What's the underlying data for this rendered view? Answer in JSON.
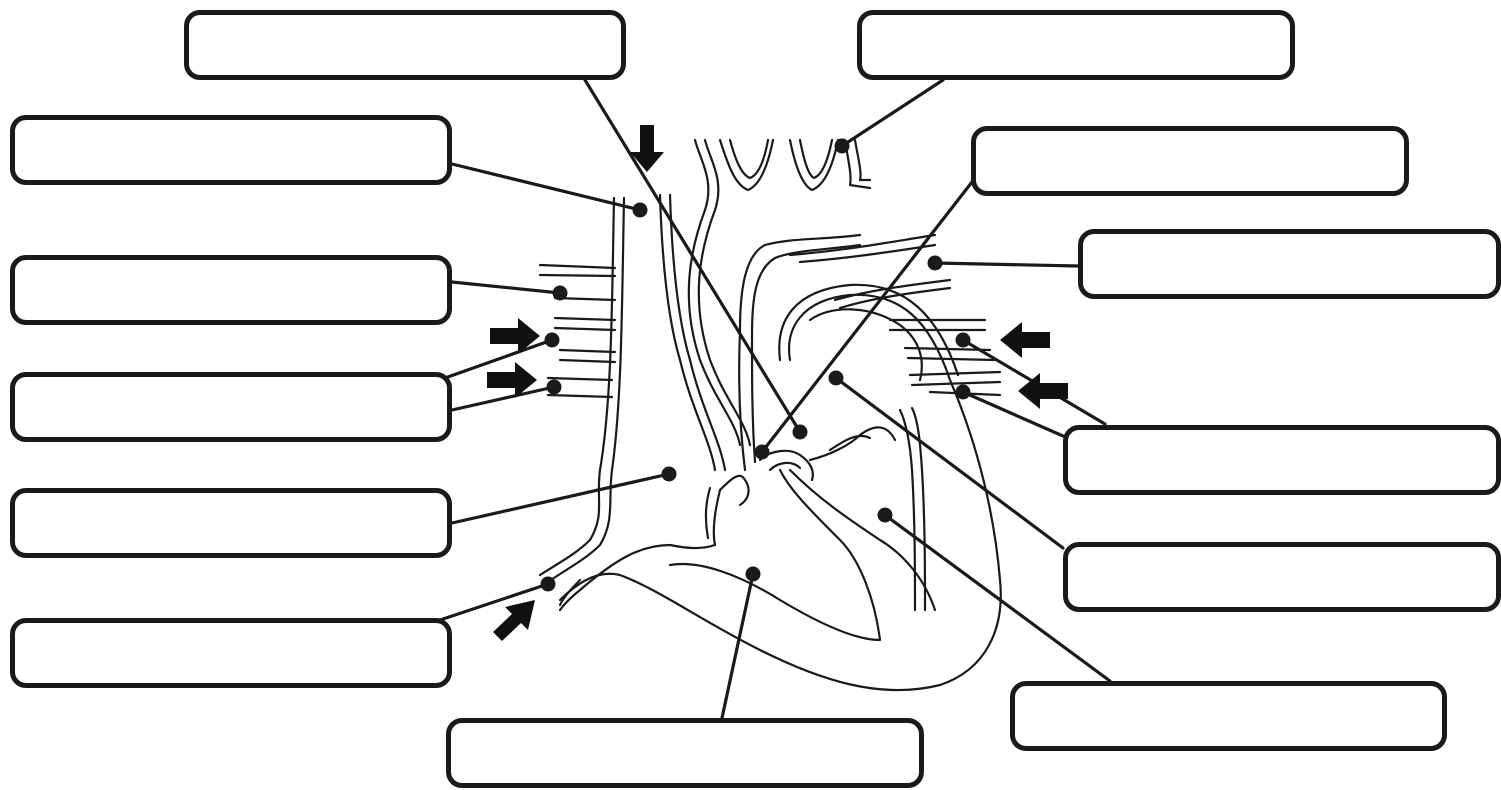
{
  "diagram": {
    "type": "heart-anatomy-labeling-worksheet",
    "colors": {
      "ink": "#1a1a1a",
      "paper": "#ffffff"
    },
    "labels": [
      {
        "id": "top-center",
        "text": ""
      },
      {
        "id": "top-right",
        "text": ""
      },
      {
        "id": "left-1",
        "text": ""
      },
      {
        "id": "right-1",
        "text": ""
      },
      {
        "id": "left-2",
        "text": ""
      },
      {
        "id": "right-2",
        "text": ""
      },
      {
        "id": "left-3",
        "text": ""
      },
      {
        "id": "right-3",
        "text": ""
      },
      {
        "id": "left-4",
        "text": ""
      },
      {
        "id": "right-4",
        "text": ""
      },
      {
        "id": "left-5",
        "text": ""
      },
      {
        "id": "right-5",
        "text": ""
      },
      {
        "id": "bottom-center",
        "text": ""
      }
    ],
    "flow_arrows": [
      {
        "id": "arrow-down-svc",
        "icon": "arrow-down-icon"
      },
      {
        "id": "arrow-right-upper",
        "icon": "arrow-right-icon"
      },
      {
        "id": "arrow-right-lower",
        "icon": "arrow-right-icon"
      },
      {
        "id": "arrow-left-upper",
        "icon": "arrow-left-icon"
      },
      {
        "id": "arrow-left-lower",
        "icon": "arrow-left-icon"
      },
      {
        "id": "arrow-up-right-ivc",
        "icon": "arrow-up-right-icon"
      }
    ]
  }
}
